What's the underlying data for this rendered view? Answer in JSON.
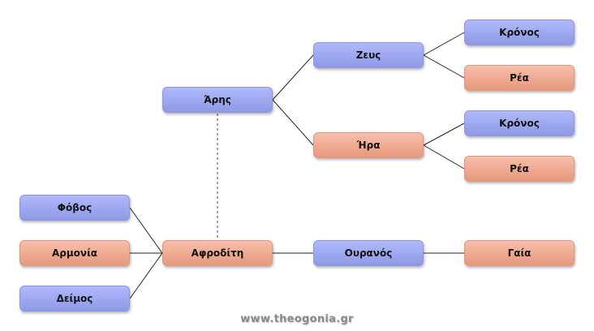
{
  "nodes": {
    "ares": {
      "label": "Άρης",
      "gender": "male"
    },
    "zeus": {
      "label": "Ζευς",
      "gender": "male"
    },
    "hera": {
      "label": "Ήρα",
      "gender": "female"
    },
    "kronos1": {
      "label": "Κρόνος",
      "gender": "male"
    },
    "rhea1": {
      "label": "Ρέα",
      "gender": "female"
    },
    "kronos2": {
      "label": "Κρόνος",
      "gender": "male"
    },
    "rhea2": {
      "label": "Ρέα",
      "gender": "female"
    },
    "phobos": {
      "label": "Φόβος",
      "gender": "male"
    },
    "harmonia": {
      "label": "Αρμονία",
      "gender": "female"
    },
    "deimos": {
      "label": "Δείμος",
      "gender": "male"
    },
    "aphrodite": {
      "label": "Αφροδίτη",
      "gender": "female"
    },
    "ouranos": {
      "label": "Ουρανός",
      "gender": "male"
    },
    "gaia": {
      "label": "Γαία",
      "gender": "female"
    }
  },
  "colors": {
    "male": "#9ea8f2",
    "female": "#f0aa92",
    "line": "#222222"
  },
  "watermark": "www.theogonia.gr"
}
